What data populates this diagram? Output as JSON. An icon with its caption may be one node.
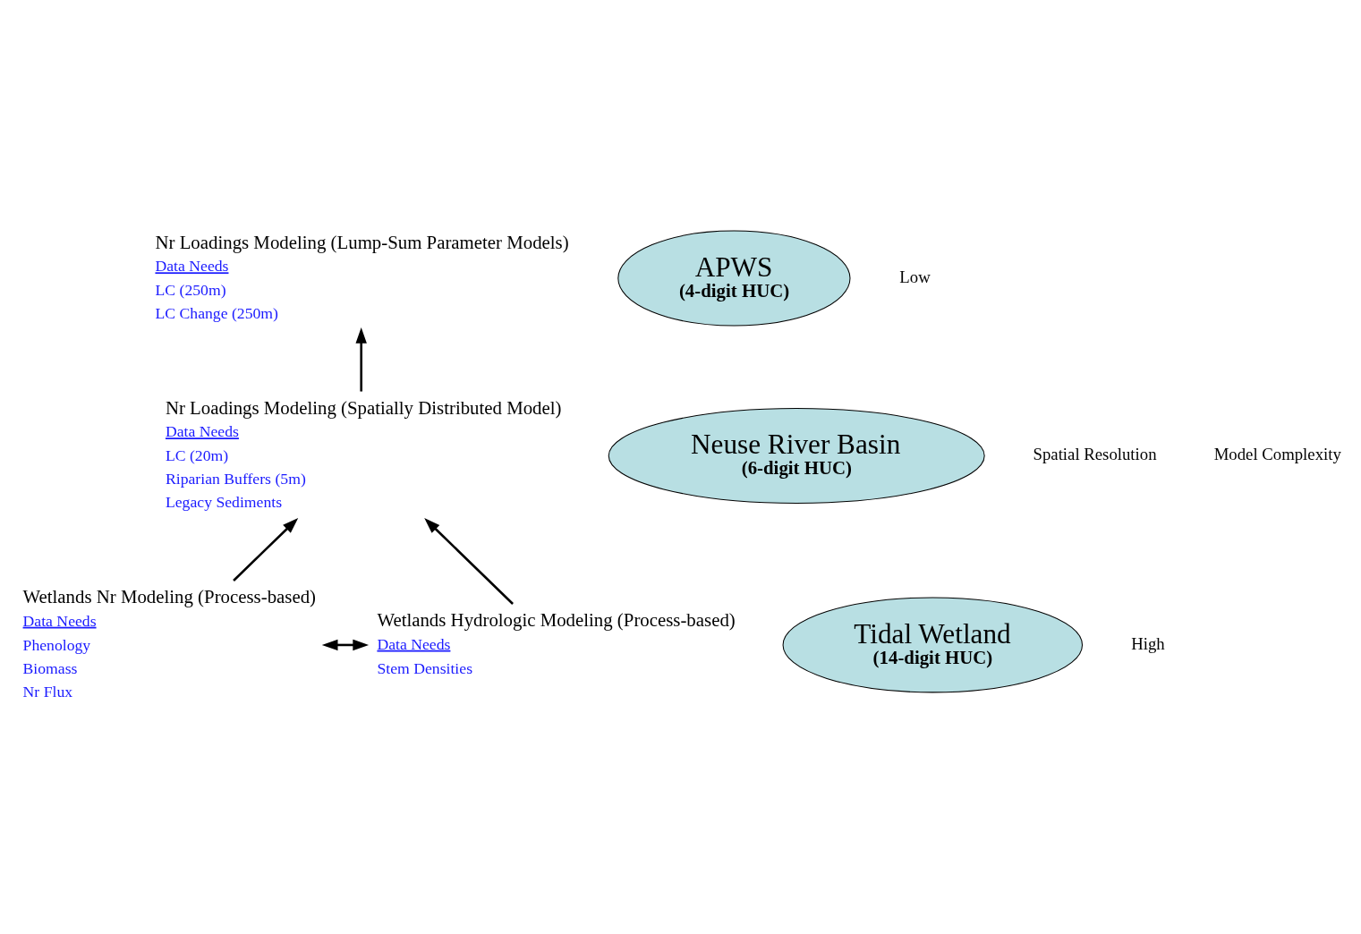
{
  "diagram": {
    "nodes": [
      {
        "text": [
          "Nr Loadings Modeling (Lump-Sum Parameter Models)"
        ],
        "beside": [
          "Data Needs",
          "LC (250m)",
          "LC Change (250m)"
        ]
      },
      {
        "text": [
          "Nr Loadings Modeling (Spatially Distributed Model)"
        ],
        "beside": [
          "Data Needs",
          "LC (20m)",
          "Riparian Buffers (5m)",
          "Legacy Sediments"
        ]
      },
      {
        "text": [
          "Wetlands Nr Modeling (Process-based)"
        ],
        "beside": [
          "Data Needs",
          "Phenology",
          "Biomass",
          "Nr Flux"
        ]
      },
      {
        "text": [
          "Wetlands Hydrologic Modeling (Process-based)"
        ],
        "beside": [
          "Data Needs",
          "Stem Densities"
        ]
      },
      {
        "text": [
          "APWS",
          "(4-digit HUC)"
        ]
      },
      {
        "text": [
          "Neuse River Basin",
          "(6-digit HUC)"
        ]
      },
      {
        "text": [
          "Tidal Wetland",
          "(14-digit HUC)"
        ]
      }
    ],
    "edges": [
      {
        "from": 1,
        "to": 0,
        "arrow": "to"
      },
      {
        "from": 2,
        "to": 1,
        "arrow": "to"
      },
      {
        "from": 3,
        "to": 1,
        "arrow": "to"
      },
      {
        "from": 2,
        "to": 3,
        "arrow": "both"
      }
    ],
    "labels": [
      "Low",
      "Spatial Resolution",
      "Model Complexity",
      "High"
    ]
  }
}
